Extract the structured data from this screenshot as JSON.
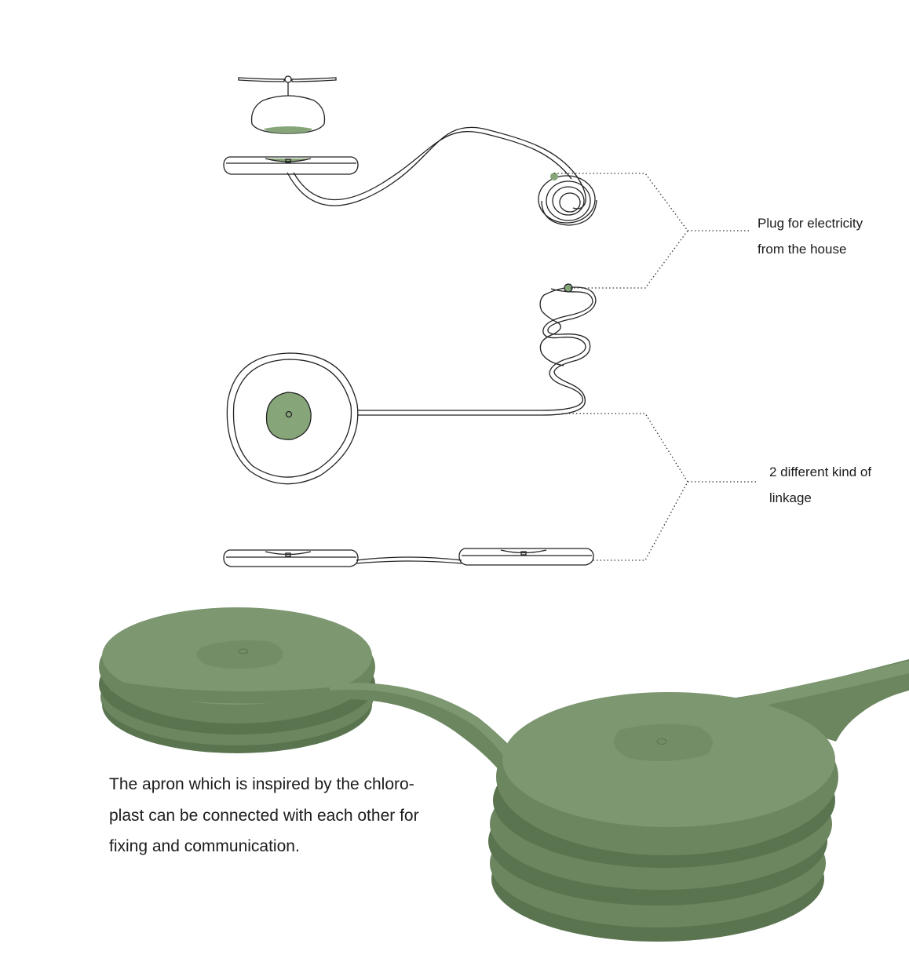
{
  "annotations": {
    "plug": {
      "line1": "Plug for electricity",
      "line2": "from the house"
    },
    "linkage": {
      "line1": "2 different kind of",
      "line2": "linkage"
    }
  },
  "caption": {
    "line1": "The apron which is inspired by the chloro-",
    "line2": "plast can be connected with each other for",
    "line3": "fixing and communication."
  },
  "colors": {
    "product_green": "#6c8660",
    "product_green_dark": "#5a7450",
    "product_green_light": "#7d9771",
    "accent_green": "#86a67a",
    "line": "#222222",
    "leader": "#333333"
  }
}
